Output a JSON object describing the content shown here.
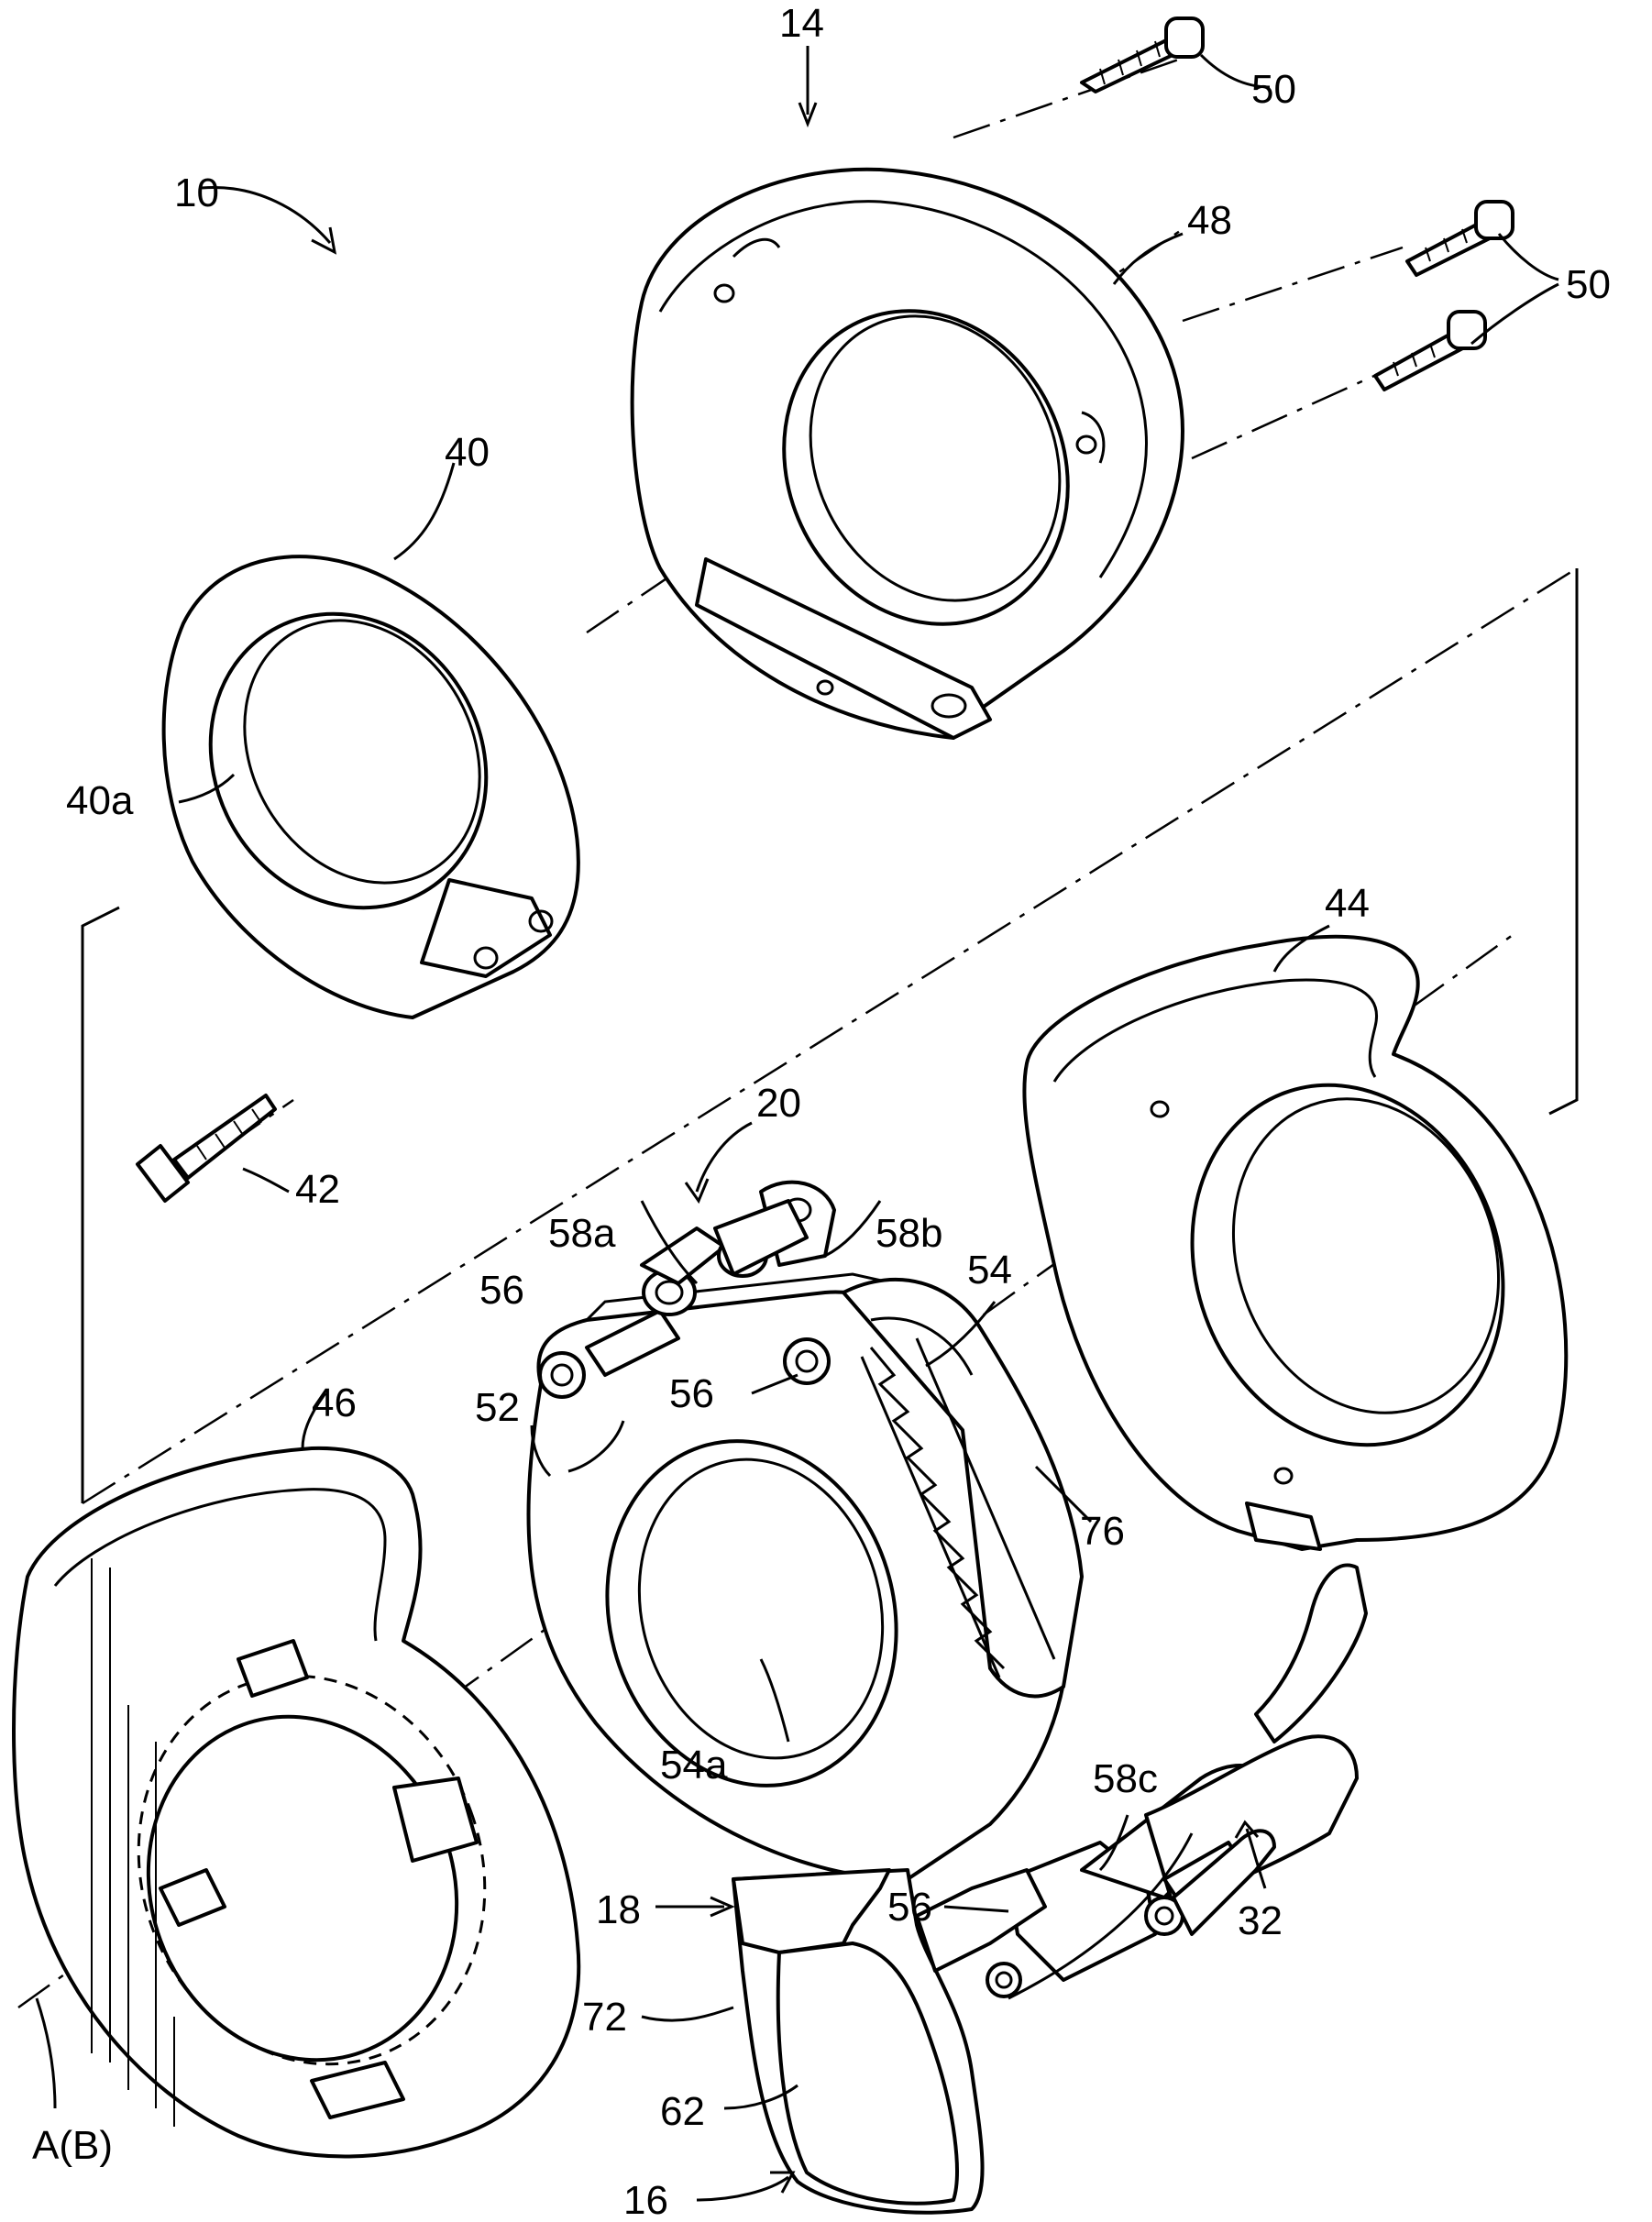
{
  "figure": {
    "labels": {
      "l10": "10",
      "l14": "14",
      "l16": "16",
      "l18": "18",
      "l20": "20",
      "l32": "32",
      "l40": "40",
      "l40a": "40a",
      "l42": "42",
      "l44": "44",
      "l46": "46",
      "l48": "48",
      "l50_top": "50",
      "l50_mid": "50",
      "l52": "52",
      "l54": "54",
      "l54a": "54a",
      "l56_left": "56",
      "l56_center": "56",
      "l56_bottom": "56",
      "l58a": "58a",
      "l58b": "58b",
      "l58c": "58c",
      "l62": "62",
      "l72": "72",
      "l76": "76",
      "lAB": "A(B)"
    }
  }
}
